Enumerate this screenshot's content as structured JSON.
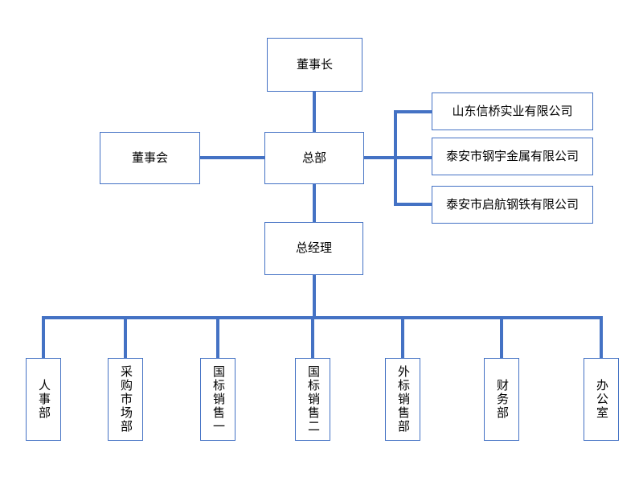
{
  "org_chart": {
    "nodes": {
      "chairman": "董事长",
      "board_of_directors": "董事会",
      "headquarters": "总部",
      "general_manager": "总经理",
      "subsidiaries": [
        "山东信桥实业有限公司",
        "泰安市钢宇金属有限公司",
        "泰安市启航钢铁有限公司"
      ],
      "departments": [
        "人事部",
        "采购市场部",
        "国标销售一",
        "国标销售二",
        "外标销售部",
        "财务部",
        "办公室"
      ]
    },
    "edges": [
      {
        "from": "董事长",
        "to": "总部"
      },
      {
        "from": "董事会",
        "to": "总部"
      },
      {
        "from": "总部",
        "to": "山东信桥实业有限公司"
      },
      {
        "from": "总部",
        "to": "泰安市钢宇金属有限公司"
      },
      {
        "from": "总部",
        "to": "泰安市启航钢铁有限公司"
      },
      {
        "from": "总部",
        "to": "总经理"
      },
      {
        "from": "总经理",
        "to": "人事部"
      },
      {
        "from": "总经理",
        "to": "采购市场部"
      },
      {
        "from": "总经理",
        "to": "国标销售一"
      },
      {
        "from": "总经理",
        "to": "国标销售二"
      },
      {
        "from": "总经理",
        "to": "外标销售部"
      },
      {
        "from": "总经理",
        "to": "财务部"
      },
      {
        "from": "总经理",
        "to": "办公室"
      }
    ],
    "colors": {
      "connector": "#4472C4",
      "node_border": "#4472C4",
      "node_fill": "#FFFFFF",
      "text": "#000000",
      "background": "#FFFFFF"
    }
  }
}
